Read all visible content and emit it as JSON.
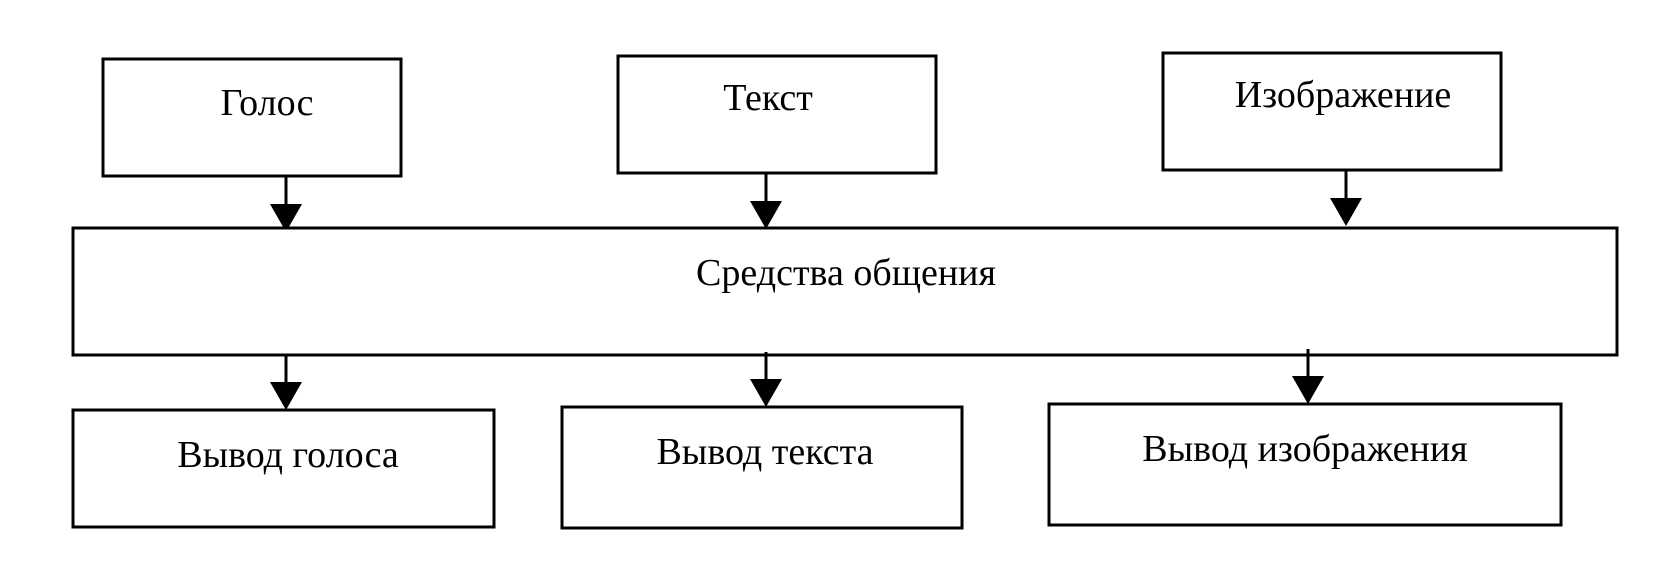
{
  "inputs": [
    {
      "label": "Голос"
    },
    {
      "label": "Текст"
    },
    {
      "label": "Изображение"
    }
  ],
  "center": {
    "label": "Средства общения"
  },
  "outputs": [
    {
      "label": "Вывод голоса"
    },
    {
      "label": "Вывод текста"
    },
    {
      "label": "Вывод изображения"
    }
  ],
  "colors": {
    "stroke": "#000000",
    "background": "#ffffff"
  }
}
